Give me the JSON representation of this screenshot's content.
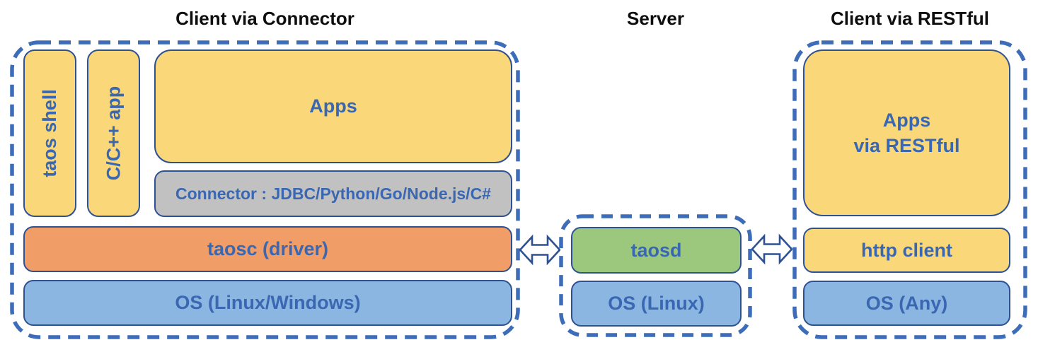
{
  "diagram": {
    "left": {
      "title": "Client via Connector",
      "taos_shell": "taos shell",
      "cpp_app": "C/C++ app",
      "apps": "Apps",
      "connector": "Connector : JDBC/Python/Go/Node.js/C#",
      "taosc": "taosc (driver)",
      "os": "OS (Linux/Windows)"
    },
    "server": {
      "title": "Server",
      "taosd": "taosd",
      "os": "OS (Linux)"
    },
    "right": {
      "title": "Client via RESTful",
      "apps_line1": "Apps",
      "apps_line2": "via RESTful",
      "http_client": "http client",
      "os": "OS (Any)"
    },
    "icons": {
      "left_arrow": "double-arrow-icon",
      "right_arrow": "double-arrow-icon"
    }
  },
  "colors": {
    "yellow": "#FAD87A",
    "orange": "#F09D68",
    "lightblue": "#8BB6E2",
    "green": "#9CC87E",
    "gray": "#C2C1C1",
    "box_border": "#2E5191",
    "dashed_border": "#3D6CB8",
    "label_blue": "#3A67B2",
    "title_black": "#0E0E0E"
  }
}
